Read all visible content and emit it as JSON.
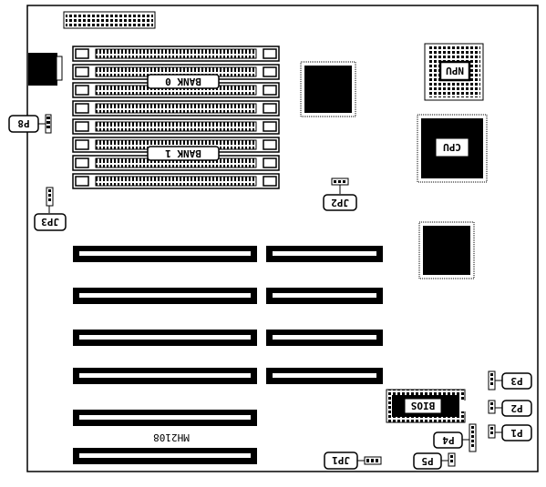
{
  "board": {
    "model": "MH2108",
    "labels": {
      "bank0": "BANK 0",
      "bank1": "BANK 1",
      "npu": "NPU",
      "cpu": "CPU",
      "bios": "BIOS",
      "jp1": "JP1",
      "jp2": "JP2",
      "jp3": "JP3",
      "p1": "P1",
      "p2": "P2",
      "p3": "P3",
      "p4": "P4",
      "p5": "P5",
      "p8": "P8"
    }
  },
  "colors": {
    "ink": "#000000",
    "paper": "#ffffff"
  }
}
